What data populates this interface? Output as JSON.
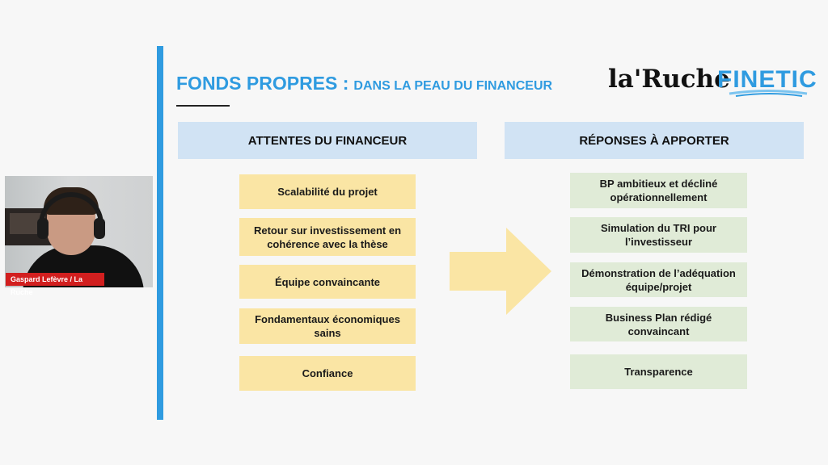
{
  "webcam": {
    "name_label": "Gaspard Lefèvre / La Ruche"
  },
  "slide": {
    "title_main": "FONDS PROPRES :",
    "title_sub": "DANS LA PEAU DU FINANCEUR",
    "logos": {
      "laruche": "la'Ruche",
      "finetic": "FINETIC"
    },
    "left_header": "ATTENTES DU FINANCEUR",
    "right_header": "RÉPONSES  À APPORTER",
    "left_items": [
      "Scalabilité du projet",
      "Retour sur investissement en cohérence avec la thèse",
      "Équipe convaincante",
      "Fondamentaux économiques sains",
      "Confiance"
    ],
    "right_items": [
      "BP ambitieux et décliné opérationnellement",
      "Simulation du TRI pour l’investisseur",
      "Démonstration de l’adéquation équipe/projet",
      "Business Plan rédigé convaincant",
      "Transparence"
    ],
    "colors": {
      "accent_blue": "#2f9be0",
      "header_blue": "#d1e3f4",
      "yellow": "#fae5a4",
      "green": "#e0ebd7",
      "arrow": "#fae5a4"
    },
    "icons": {
      "arrow": "right-arrow-icon"
    }
  }
}
